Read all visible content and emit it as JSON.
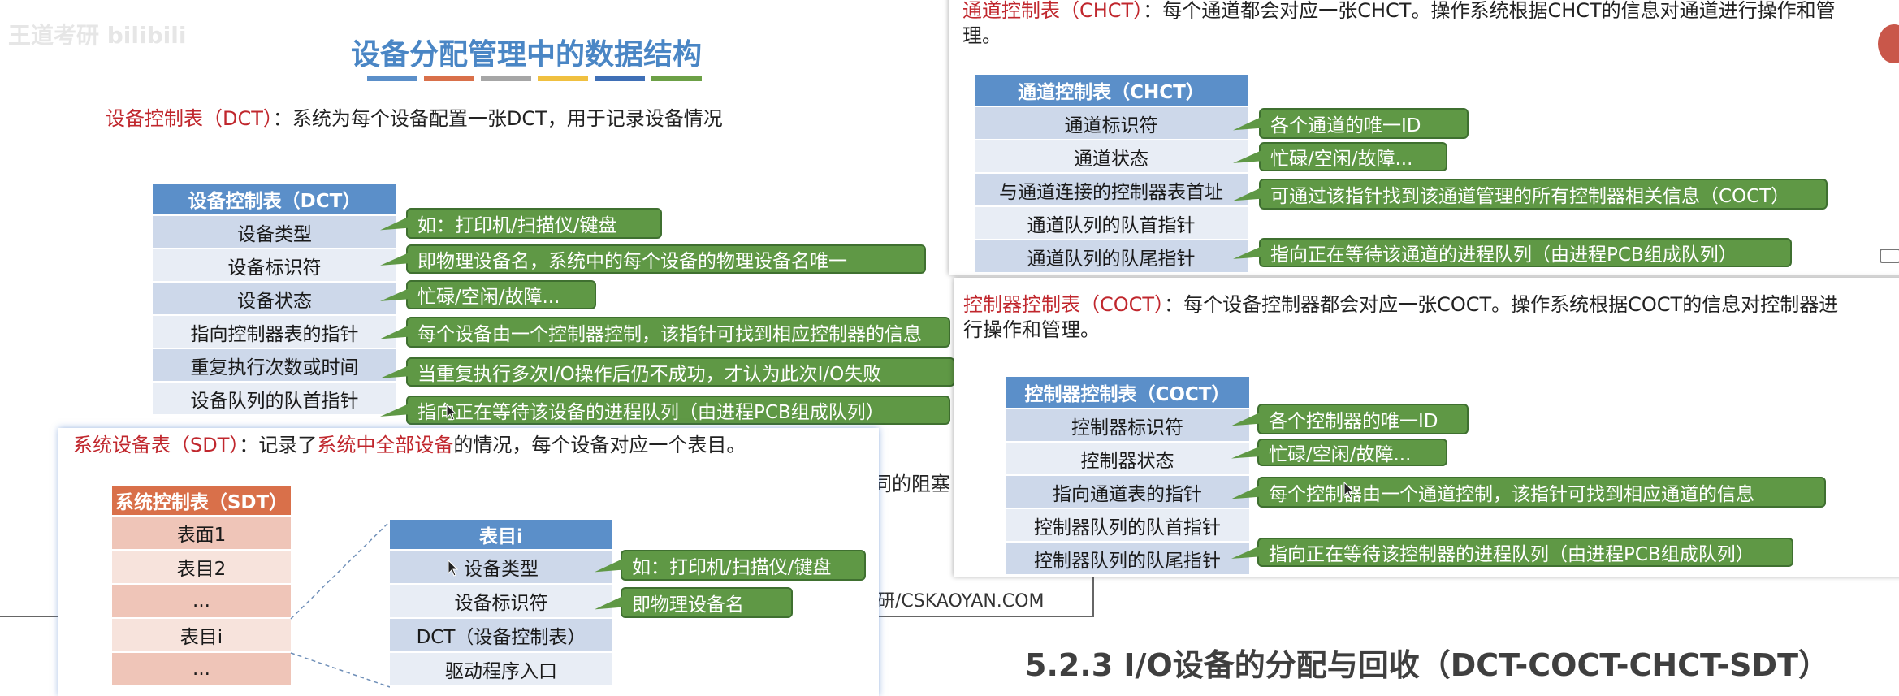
{
  "watermark": "王道考研 bilibili",
  "slide_main": {
    "title": "设备分配管理中的数据结构",
    "title_bar_colors": [
      "#5b8fc9",
      "#d9704a",
      "#a6a6a6",
      "#f0c040",
      "#3f6fb6",
      "#6ca046"
    ],
    "dct_intro_term": "设备控制表（DCT）",
    "dct_intro_text": "：系统为每个设备配置一张DCT，用于记录设备情况",
    "dct_table": {
      "header": "设备控制表（DCT）",
      "rows": [
        "设备类型",
        "设备标识符",
        "设备状态",
        "指向控制器表的指针",
        "重复执行次数或时间",
        "设备队列的队首指针"
      ]
    },
    "dct_notes": [
      "如：打印机/扫描仪/键盘",
      "即物理设备名，系统中的每个设备的物理设备名唯一",
      "忙碌/空闲/故障...",
      "每个设备由一个控制器控制，该指针可找到相应控制器的信息",
      "当重复执行多次I/O操作后仍不成功，才认为此次I/O失败",
      "指向正在等待该设备的进程队列（由进程PCB组成队列）"
    ],
    "hidden_fragment": "同的阻塞",
    "footer_logo": "研/CSKAOYAN.COM"
  },
  "slide_sdt": {
    "intro_term": "系统设备表（SDT）",
    "intro_mid": "：记录了",
    "intro_term2": "系统中全部设备",
    "intro_end": "的情况，每个设备对应一个表目。",
    "sdt_table": {
      "header": "系统控制表（SDT）",
      "rows": [
        "表面1",
        "表目2",
        "...",
        "表目i",
        "..."
      ]
    },
    "entry_table": {
      "header": "表目i",
      "rows": [
        "设备类型",
        "设备标识符",
        "DCT（设备控制表）",
        "驱动程序入口"
      ]
    },
    "entry_notes": [
      "如：打印机/扫描仪/键盘",
      "即物理设备名"
    ]
  },
  "slide_chct": {
    "intro_term": "通道控制表（CHCT）",
    "intro_text": "：每个通道都会对应一张CHCT。操作系统根据CHCT的信息对通道进行操作和管理。",
    "table": {
      "header": "通道控制表（CHCT）",
      "rows": [
        "通道标识符",
        "通道状态",
        "与通道连接的控制器表首址",
        "通道队列的队首指针",
        "通道队列的队尾指针"
      ]
    },
    "notes": [
      "各个通道的唯一ID",
      "忙碌/空闲/故障...",
      "可通过该指针找到该通道管理的所有控制器相关信息（COCT）",
      "指向正在等待该通道的进程队列（由进程PCB组成队列）"
    ]
  },
  "slide_coct": {
    "intro_term": "控制器控制表（COCT）",
    "intro_text": "：每个设备控制器都会对应一张COCT。操作系统根据COCT的信息对控制器进行操作和管理。",
    "table": {
      "header": "控制器控制表（COCT）",
      "rows": [
        "控制器标识符",
        "控制器状态",
        "指向通道表的指针",
        "控制器队列的队首指针",
        "控制器队列的队尾指针"
      ]
    },
    "notes": [
      "各个控制器的唯一ID",
      "忙碌/空闲/故障...",
      "每个控制器由一个通道控制，该指针可找到相应通道的信息",
      "指向正在等待该控制器的进程队列（由进程PCB组成队列）"
    ]
  },
  "section_title": "5.2.3 I/O设备的分配与回收（DCT-COCT-CHCT-SDT）"
}
